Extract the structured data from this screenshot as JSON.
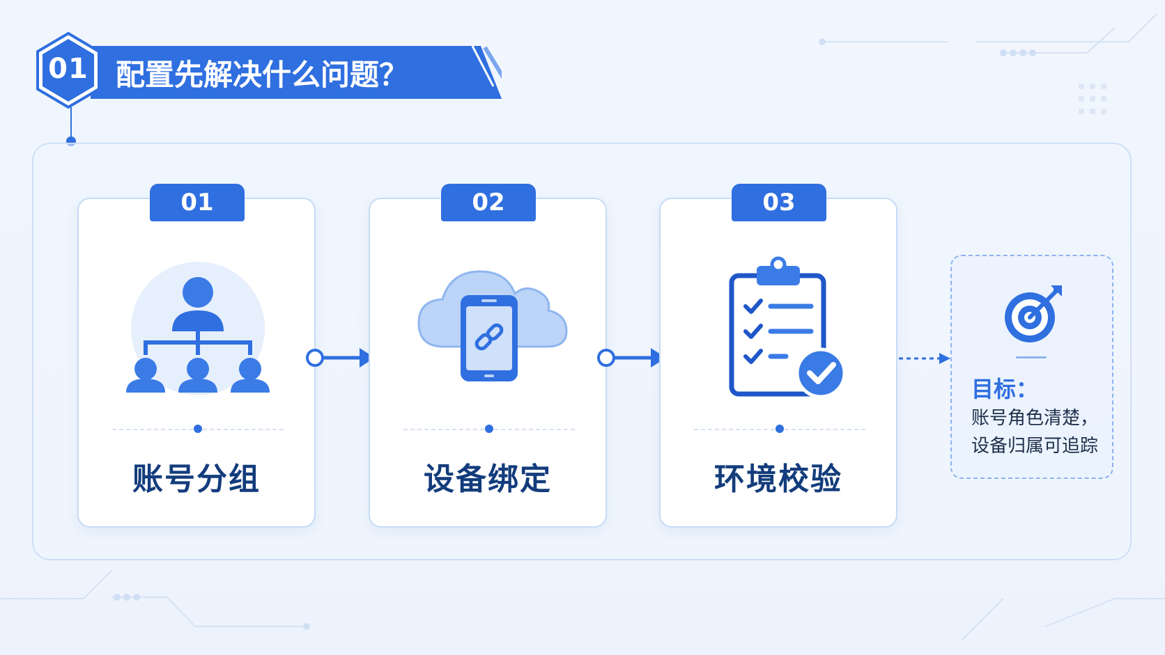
{
  "header": {
    "number": "01",
    "title": "配置先解决什么问题？"
  },
  "steps": [
    {
      "number": "01",
      "label": "账号分组",
      "icon": "org-chart-icon"
    },
    {
      "number": "02",
      "label": "设备绑定",
      "icon": "cloud-phone-link-icon"
    },
    {
      "number": "03",
      "label": "环境校验",
      "icon": "clipboard-check-icon"
    }
  ],
  "goal": {
    "icon": "target-icon",
    "title": "目标：",
    "lines": [
      "账号角色清楚，",
      "设备归属可追踪"
    ]
  },
  "colors": {
    "primary": "#2f6fe0",
    "dark_text": "#133c7c",
    "light_blue": "#bcd4f7",
    "background": "#eef4fd"
  }
}
